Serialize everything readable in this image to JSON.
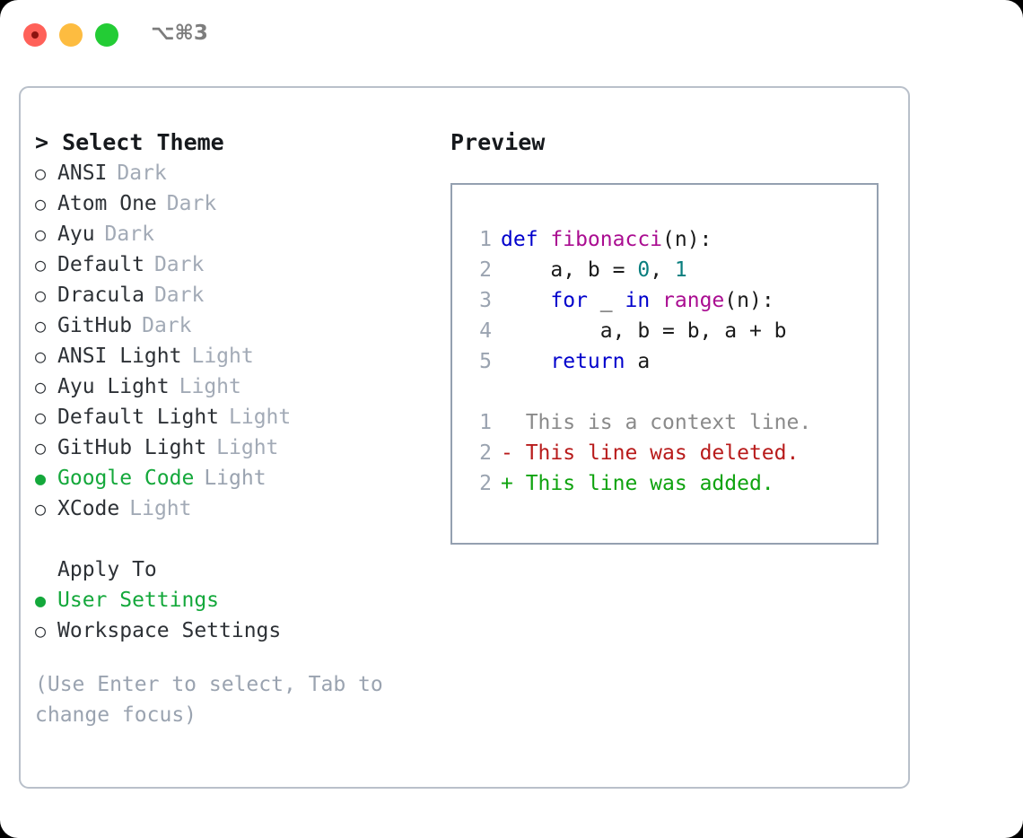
{
  "window": {
    "traffic_lights": [
      "close",
      "minimize",
      "zoom"
    ],
    "shortcut_label": "⌥⌘3",
    "accent_green": "#14a83b",
    "border_color": "#b9c0ca",
    "preview_border_color": "#94a0b0"
  },
  "theme_picker": {
    "title": "> Select Theme",
    "bullet_unselected": "○",
    "bullet_selected": "●",
    "items": [
      {
        "name": "ANSI",
        "variant": "Dark",
        "selected": false
      },
      {
        "name": "Atom One",
        "variant": "Dark",
        "selected": false
      },
      {
        "name": "Ayu",
        "variant": "Dark",
        "selected": false
      },
      {
        "name": "Default",
        "variant": "Dark",
        "selected": false
      },
      {
        "name": "Dracula",
        "variant": "Dark",
        "selected": false
      },
      {
        "name": "GitHub",
        "variant": "Dark",
        "selected": false
      },
      {
        "name": "ANSI Light",
        "variant": "Light",
        "selected": false
      },
      {
        "name": "Ayu Light",
        "variant": "Light",
        "selected": false
      },
      {
        "name": "Default Light",
        "variant": "Light",
        "selected": false
      },
      {
        "name": "GitHub Light",
        "variant": "Light",
        "selected": false
      },
      {
        "name": "Google Code",
        "variant": "Light",
        "selected": true
      },
      {
        "name": "XCode",
        "variant": "Light",
        "selected": false
      }
    ]
  },
  "apply_to": {
    "title": "Apply To",
    "items": [
      {
        "name": "User Settings",
        "selected": true
      },
      {
        "name": "Workspace Settings",
        "selected": false
      }
    ]
  },
  "hint": {
    "text": "(Use Enter to select, Tab to change focus)"
  },
  "preview": {
    "title": "Preview",
    "code_lines": [
      {
        "n": "1",
        "tokens": [
          {
            "t": "def ",
            "c": "kw"
          },
          {
            "t": "fibonacci",
            "c": "fn"
          },
          {
            "t": "(n):",
            "c": "plain"
          }
        ]
      },
      {
        "n": "2",
        "tokens": [
          {
            "t": "    a, b = ",
            "c": "plain"
          },
          {
            "t": "0",
            "c": "num"
          },
          {
            "t": ", ",
            "c": "plain"
          },
          {
            "t": "1",
            "c": "num"
          }
        ]
      },
      {
        "n": "3",
        "tokens": [
          {
            "t": "    ",
            "c": "plain"
          },
          {
            "t": "for",
            "c": "kw"
          },
          {
            "t": " _ ",
            "c": "plain"
          },
          {
            "t": "in",
            "c": "kw"
          },
          {
            "t": " ",
            "c": "plain"
          },
          {
            "t": "range",
            "c": "fn"
          },
          {
            "t": "(n):",
            "c": "plain"
          }
        ]
      },
      {
        "n": "4",
        "tokens": [
          {
            "t": "        a, b = b, a + b",
            "c": "plain"
          }
        ]
      },
      {
        "n": "5",
        "tokens": [
          {
            "t": "    ",
            "c": "plain"
          },
          {
            "t": "return",
            "c": "kw"
          },
          {
            "t": " a",
            "c": "plain"
          }
        ]
      }
    ],
    "diff_lines": [
      {
        "n": "1",
        "marker": " ",
        "text": " This is a context line.",
        "kind": "ctx"
      },
      {
        "n": "2",
        "marker": "-",
        "text": " This line was deleted.",
        "kind": "del"
      },
      {
        "n": "2",
        "marker": "+",
        "text": " This line was added.",
        "kind": "add"
      }
    ]
  }
}
